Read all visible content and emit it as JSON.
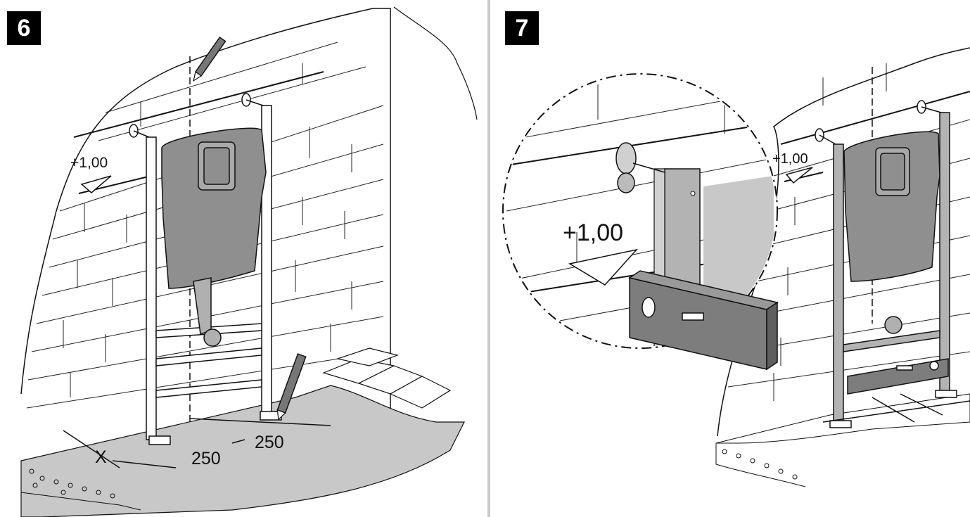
{
  "steps": [
    {
      "number": "6",
      "level_mark": "+1,00",
      "dimension_x": "X",
      "dimension_a": "250",
      "dimension_b": "250"
    },
    {
      "number": "7",
      "level_mark_detail": "+1,00",
      "level_mark": "+1,00"
    }
  ],
  "colors": {
    "line": "#111111",
    "floor": "#c8c8c8",
    "tank": "#8f8f8f",
    "frame": "#b3b3b3",
    "level_tool": "#7d7d7d"
  }
}
